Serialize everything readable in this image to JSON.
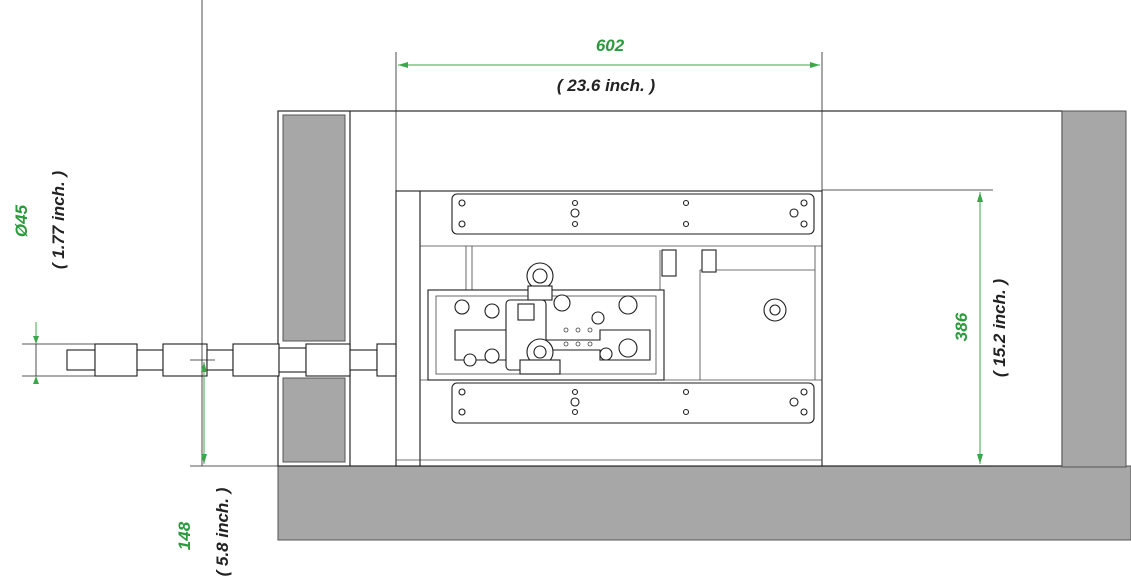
{
  "dimensions": {
    "width": {
      "value": "602",
      "inch": "( 23.6 inch. )"
    },
    "height": {
      "value": "386",
      "inch": "( 15.2 inch. )"
    },
    "diameter": {
      "value": "Ø45",
      "inch": "( 1.77 inch. )"
    },
    "offset": {
      "value": "148",
      "inch": "( 5.8 inch. )"
    }
  },
  "colors": {
    "dimension": "#3aa84a",
    "dimension_text": "#2a9a3c",
    "inch_text": "#222222",
    "frame_fill": "#a7a7a7"
  }
}
